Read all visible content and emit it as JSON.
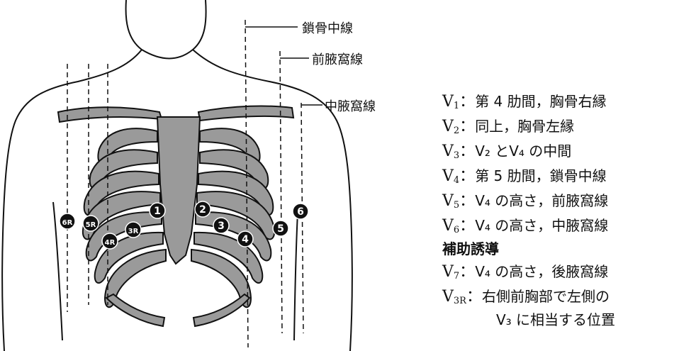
{
  "line_labels": {
    "midclavicular": "鎖骨中線",
    "anterior_axillary": "前腋窩線",
    "mid_axillary": "中腋窩線"
  },
  "electrodes": [
    {
      "id": "1",
      "label": "1",
      "filled": true
    },
    {
      "id": "2",
      "label": "2",
      "filled": true
    },
    {
      "id": "3",
      "label": "3",
      "filled": true
    },
    {
      "id": "4",
      "label": "4",
      "filled": true
    },
    {
      "id": "5",
      "label": "5",
      "filled": true
    },
    {
      "id": "6",
      "label": "6",
      "filled": true
    },
    {
      "id": "3R",
      "label": "3R",
      "filled": true
    },
    {
      "id": "4R",
      "label": "4R",
      "filled": true
    },
    {
      "id": "5R",
      "label": "5R",
      "filled": true
    },
    {
      "id": "6R",
      "label": "6R",
      "filled": true
    }
  ],
  "leads": [
    {
      "v": "V",
      "sub": "1",
      "sep": "：",
      "desc": "第 4 肋間，胸骨右縁"
    },
    {
      "v": "V",
      "sub": "2",
      "sep": "：",
      "desc": "同上，胸骨左縁"
    },
    {
      "v": "V",
      "sub": "3",
      "sep": "：",
      "desc": "V₂ とV₄ の中間"
    },
    {
      "v": "V",
      "sub": "4",
      "sep": "：",
      "desc": "第 5 肋間，鎖骨中線"
    },
    {
      "v": "V",
      "sub": "5",
      "sep": "：",
      "desc": "V₄ の高さ，前腋窩線"
    },
    {
      "v": "V",
      "sub": "6",
      "sep": "：",
      "desc": "V₄ の高さ，中腋窩線"
    }
  ],
  "aux_title": "補助誘導",
  "aux_leads": [
    {
      "v": "V",
      "sub": "7",
      "sep": "：",
      "desc": "V₄ の高さ，後腋窩線"
    },
    {
      "v": "V",
      "sub": "3R",
      "sep": "：",
      "desc": "右側前胸部で左側の"
    }
  ],
  "aux_continuation": "V₃ に相当する位置",
  "colors": {
    "bone": "#9a9a9a",
    "ink": "#111111",
    "background": "#ffffff"
  }
}
